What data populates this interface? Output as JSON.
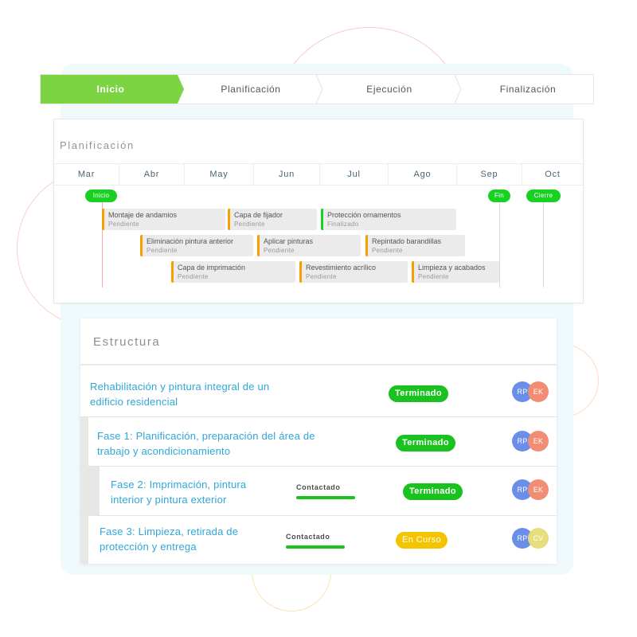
{
  "stepper": {
    "steps": [
      {
        "label": "Inicio",
        "active": true
      },
      {
        "label": "Planificación",
        "active": false
      },
      {
        "label": "Ejecución",
        "active": false
      },
      {
        "label": "Finalización",
        "active": false
      }
    ],
    "active_color": "#7cd443"
  },
  "timeline": {
    "title": "Planificación",
    "months": [
      "Mar",
      "Abr",
      "May",
      "Jun",
      "Jul",
      "Ago",
      "Sep",
      "Oct"
    ],
    "milestones": [
      "Inicio",
      "Fin",
      "Cierre"
    ],
    "tasks": [
      {
        "name": "Montaje de andamios",
        "status": "Pendiente",
        "color": "#f5a000"
      },
      {
        "name": "Capa de fijador",
        "status": "Pendiente",
        "color": "#f5a000"
      },
      {
        "name": "Protección ornamentos",
        "status": "Finalizado",
        "color": "#19d122"
      },
      {
        "name": "Eliminación pintura anterior",
        "status": "Pendiente",
        "color": "#f5a000"
      },
      {
        "name": "Aplicar pinturas",
        "status": "Pendiente",
        "color": "#f5a000"
      },
      {
        "name": "Repintado barandillas",
        "status": "Pendiente",
        "color": "#f5a000"
      },
      {
        "name": "Capa de imprimación",
        "status": "Pendiente",
        "color": "#f5a000"
      },
      {
        "name": "Revestimiento acrílico",
        "status": "Pendiente",
        "color": "#f5a000"
      },
      {
        "name": "Limpieza y acabados",
        "status": "Pendiente",
        "color": "#f5a000"
      }
    ],
    "milestone_color": "#19d122",
    "start_line_color": "#f7a8a8"
  },
  "structure": {
    "title": "Estructura",
    "rows": [
      {
        "title": "Rehabilitación y pintura integral de un edificio residencial",
        "status": "Terminado",
        "status_color": "#19c21f",
        "contact": null,
        "avatars": [
          {
            "initials": "RP",
            "color": "#6b8fe8"
          },
          {
            "initials": "EK",
            "color": "#f28c73"
          }
        ]
      },
      {
        "title": "Fase 1: Planificación, preparación del área de trabajo y acondicionamiento",
        "status": "Terminado",
        "status_color": "#19c21f",
        "contact": null,
        "avatars": [
          {
            "initials": "RP",
            "color": "#6b8fe8"
          },
          {
            "initials": "EK",
            "color": "#f28c73"
          }
        ]
      },
      {
        "title": "Fase 2: Imprimación, pintura interior y pintura exterior",
        "status": "Terminado",
        "status_color": "#19c21f",
        "contact": {
          "label": "Contactado",
          "progress": 1.0
        },
        "avatars": [
          {
            "initials": "RP",
            "color": "#6b8fe8"
          },
          {
            "initials": "EK",
            "color": "#f28c73"
          }
        ]
      },
      {
        "title": "Fase 3: Limpieza, retirada de protección y entrega",
        "status": "En Curso",
        "status_color": "#f5c400",
        "contact": {
          "label": "Contactado",
          "progress": 1.0
        },
        "avatars": [
          {
            "initials": "RP",
            "color": "#6b8fe8"
          },
          {
            "initials": "CV",
            "color": "#e6de7c"
          }
        ]
      }
    ]
  }
}
